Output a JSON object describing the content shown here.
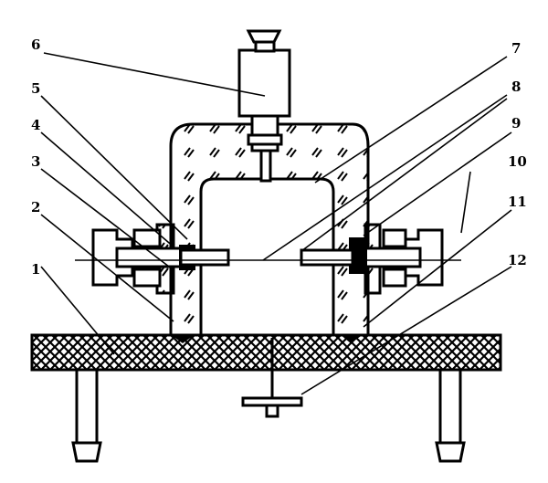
{
  "diagram": {
    "labels": [
      "1",
      "2",
      "3",
      "4",
      "5",
      "6",
      "7",
      "8",
      "9",
      "10",
      "11",
      "12"
    ],
    "colors": {
      "ink": "#000000",
      "paper": "#ffffff"
    }
  }
}
